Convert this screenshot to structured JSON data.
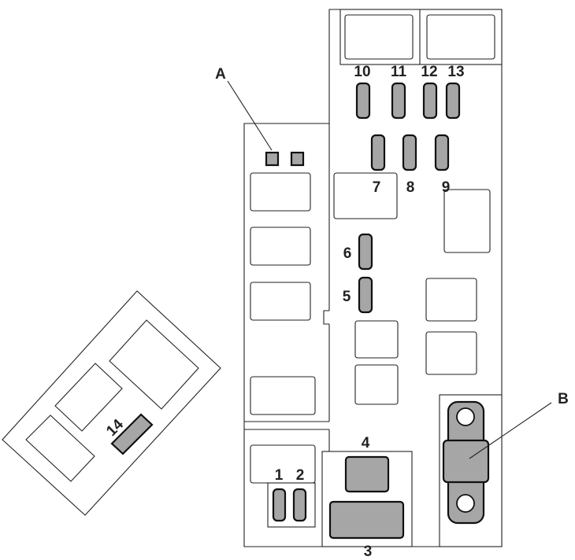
{
  "labels": {
    "callout_a": "A",
    "callout_b": "B",
    "fuse_1": "1",
    "fuse_2": "2",
    "fuse_3": "3",
    "fuse_4": "4",
    "fuse_5": "5",
    "fuse_6": "6",
    "fuse_7": "7",
    "fuse_8": "8",
    "fuse_9": "9",
    "fuse_10": "10",
    "fuse_11": "11",
    "fuse_12": "12",
    "fuse_13": "13",
    "fuse_14": "14"
  },
  "colors": {
    "fuse_fill": "#a6a6a6",
    "line": "#222222",
    "background": "#ffffff"
  }
}
